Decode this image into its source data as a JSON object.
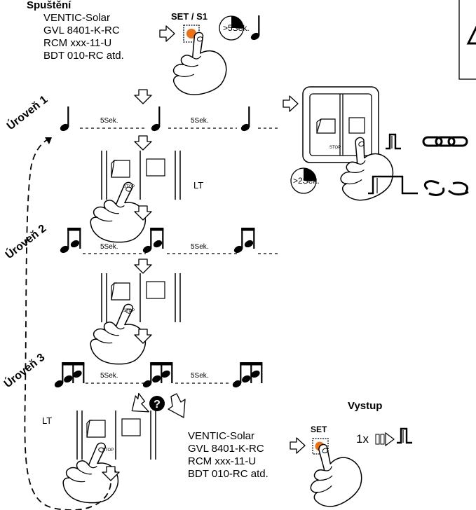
{
  "start": {
    "title": "Spuštění",
    "devices": [
      "VENTIC-Solar",
      "GVL 8401-K-RC",
      "RCM xxx-11-U",
      "BDT 010-RC atd."
    ],
    "set_label": "SET / S1",
    "hold_time": ">5Sek."
  },
  "levels": [
    {
      "label": "Úroveň 1",
      "pause_left": "5Sek.",
      "pause_right": "5Sek."
    },
    {
      "label": "Úroveň 2",
      "pause_left": "5Sek.",
      "pause_right": "5Sek."
    },
    {
      "label": "Úroveň 3",
      "pause_left": "5Sek.",
      "pause_right": "5Sek."
    }
  ],
  "panel": {
    "stop_label": "STOP",
    "lt_label": "LT",
    "hold_time": ">2Sek."
  },
  "exit": {
    "title": "Vystup",
    "set_label": "SET",
    "times_label": "1x",
    "devices": [
      "VENTIC-Solar",
      "GVL 8401-K-RC",
      "RCM xxx-11-U",
      "BDT 010-RC atd."
    ]
  },
  "colors": {
    "accent": "#e8731a",
    "line": "#000000"
  },
  "icons": [
    "musical-note-icon",
    "hand-press-icon",
    "down-arrow-icon",
    "right-arrow-icon",
    "question-icon",
    "pulse-icon",
    "chain-linked-icon",
    "chain-broken-icon",
    "warning-icon"
  ]
}
